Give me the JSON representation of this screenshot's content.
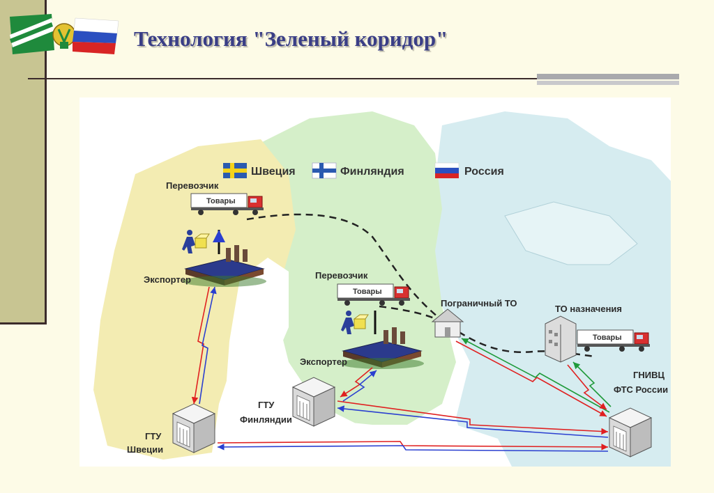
{
  "header": {
    "title": "Технология \"Зеленый коридор\""
  },
  "colors": {
    "title": "#3a3e86",
    "sweden_land": "#f3ecb2",
    "finland_land": "#d5efc9",
    "russia_land": "#d6ecf0",
    "sea": "#ffffff",
    "red_signal": "#e02020",
    "blue_signal": "#2a3fd0",
    "green_signal": "#1f9a3a"
  },
  "diagram": {
    "countries": {
      "sweden": "Швеция",
      "finland": "Финляндия",
      "russia": "Россия"
    },
    "labels": {
      "carrier_se": "Перевозчик",
      "cargo_se": "Товары",
      "exporter_se": "Экспортер",
      "carrier_fi": "Перевозчик",
      "cargo_fi": "Товары",
      "exporter_fi": "Экспортер",
      "border_office": "Пограничный ТО",
      "dest_office": "ТО назначения",
      "cargo_ru": "Товары",
      "gnivc_line1": "ГНИВЦ",
      "gnivc_line2": "ФТС России",
      "gtu_fi_line1": "ГТУ",
      "gtu_fi_line2": "Финляндии",
      "gtu_se_line1": "ГТУ",
      "gtu_se_line2": "Швеции"
    }
  }
}
